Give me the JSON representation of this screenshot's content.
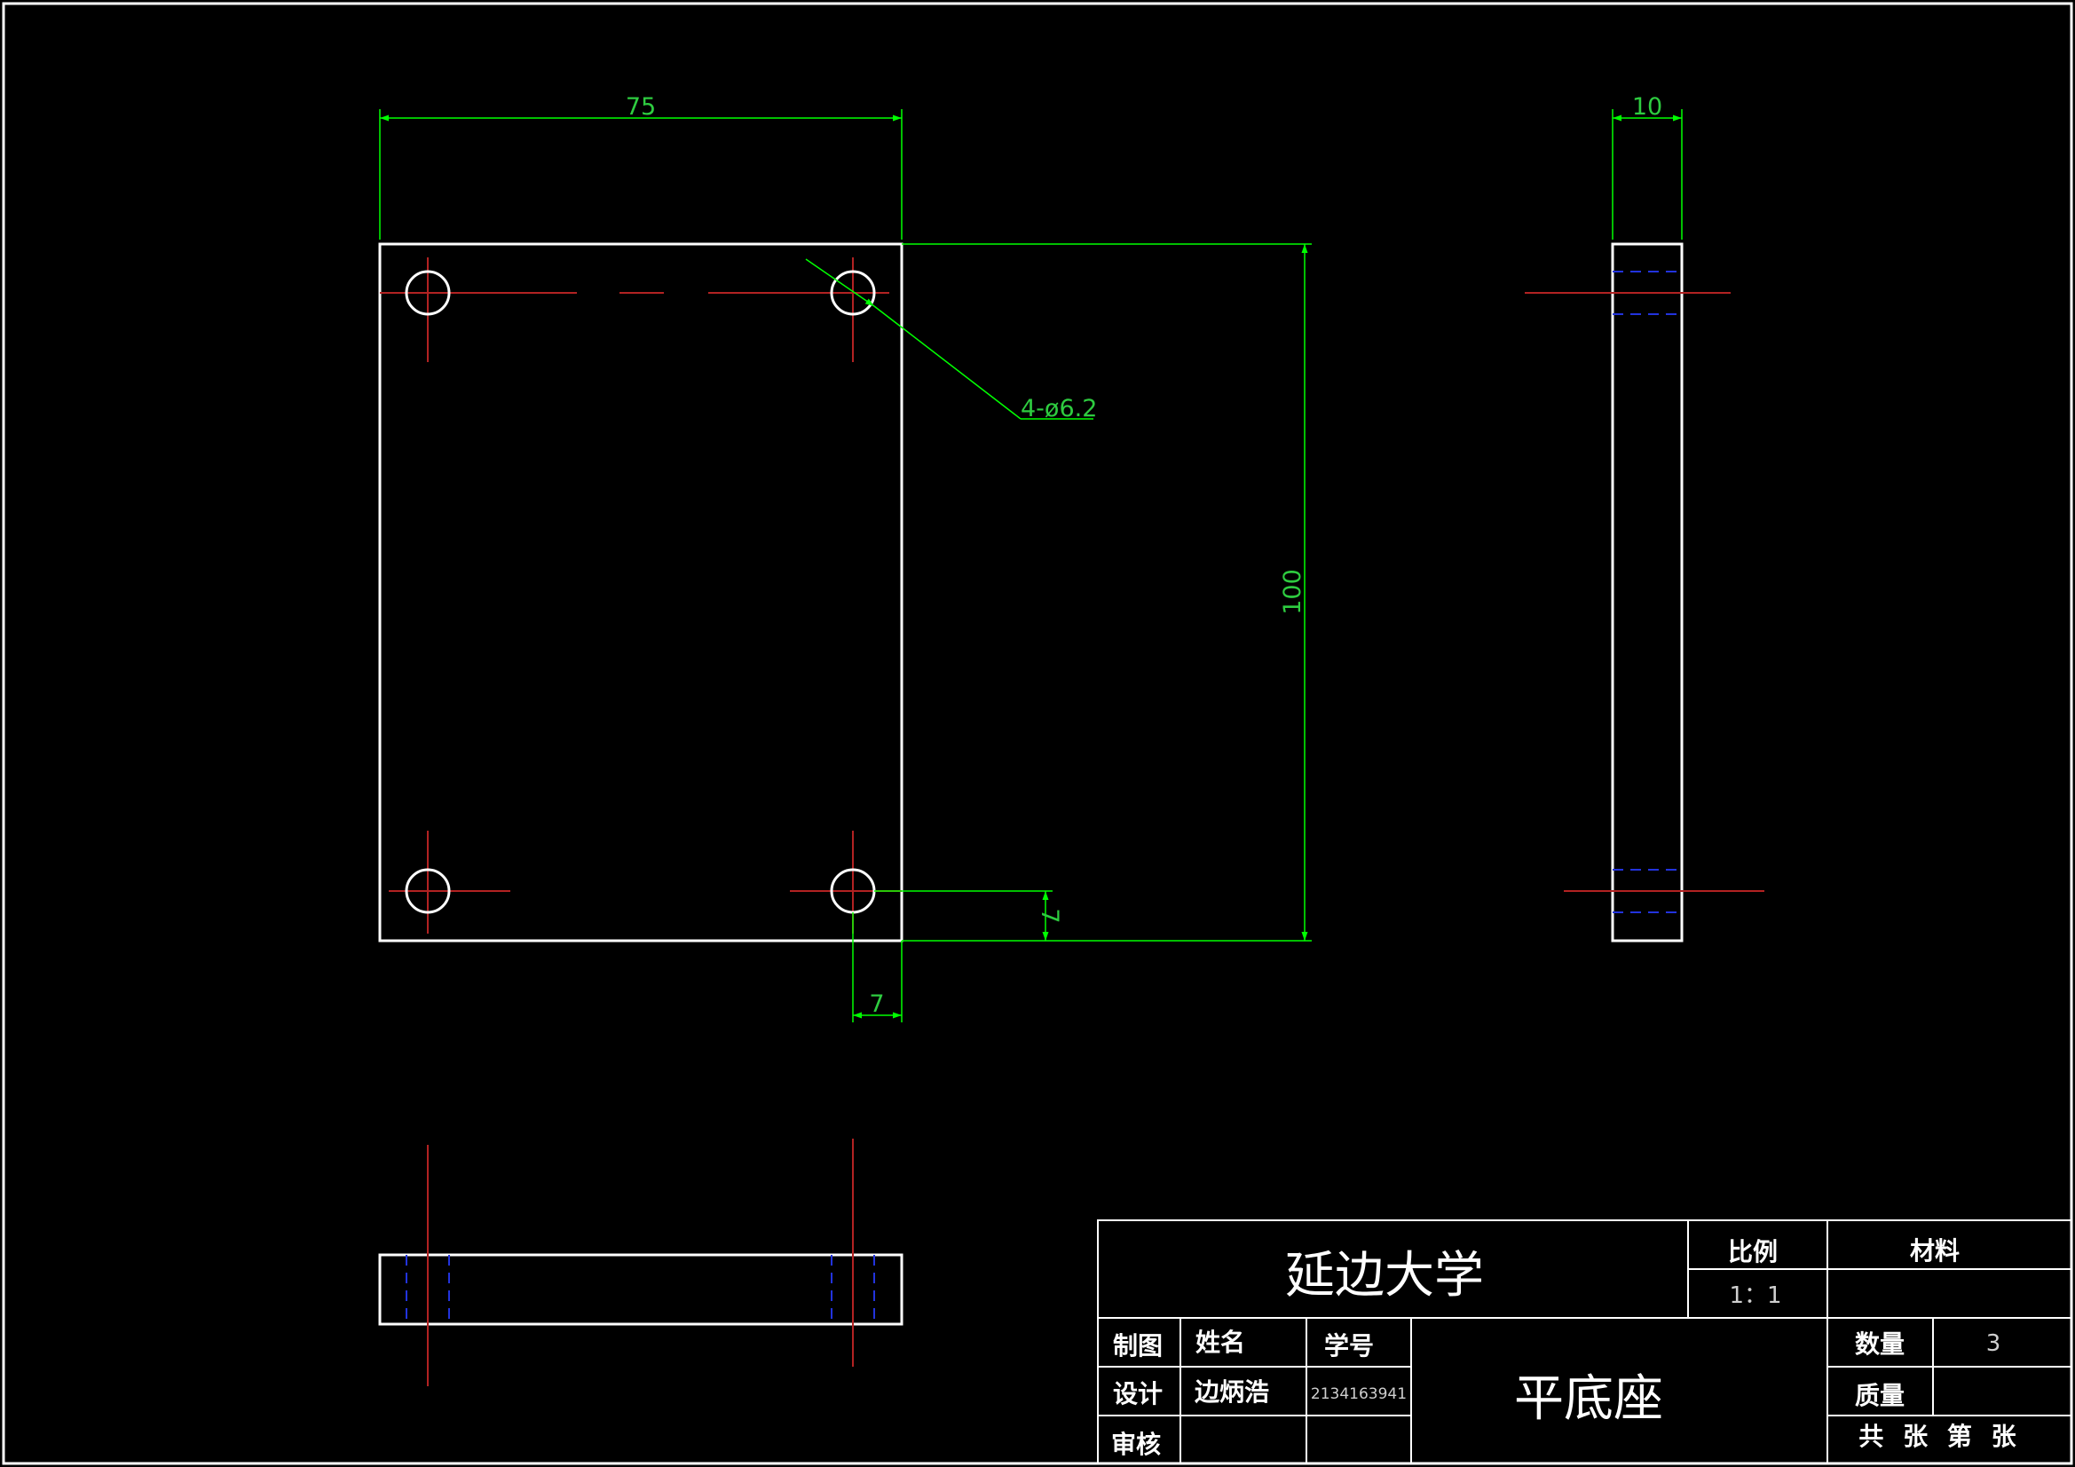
{
  "drawing": {
    "dimensions": {
      "width": "75",
      "height": "100",
      "thickness": "10",
      "hole_callout": "4-ø6.2",
      "offset_x": "7",
      "offset_y": "7"
    },
    "colors": {
      "background": "#000000",
      "outline": "#ffffff",
      "dimension": "#00ff00",
      "dimension_text": "#2ecc40",
      "centerline": "#b22222",
      "hidden_line": "#2233dd"
    }
  },
  "title_block": {
    "school": "延边大学",
    "scale_label": "比例",
    "scale_value": "1：1",
    "material_label": "材料",
    "material_value": "",
    "draw_label": "制图",
    "name_label": "姓名",
    "student_id_label": "学号",
    "design_label": "设计",
    "designer_name": "边炳浩",
    "designer_id": "2134163941",
    "review_label": "审核",
    "part_name": "平底座",
    "quantity_label": "数量",
    "quantity_value": "3",
    "mass_label": "质量",
    "mass_value": "",
    "sheets_text": "共 张 第 张"
  }
}
